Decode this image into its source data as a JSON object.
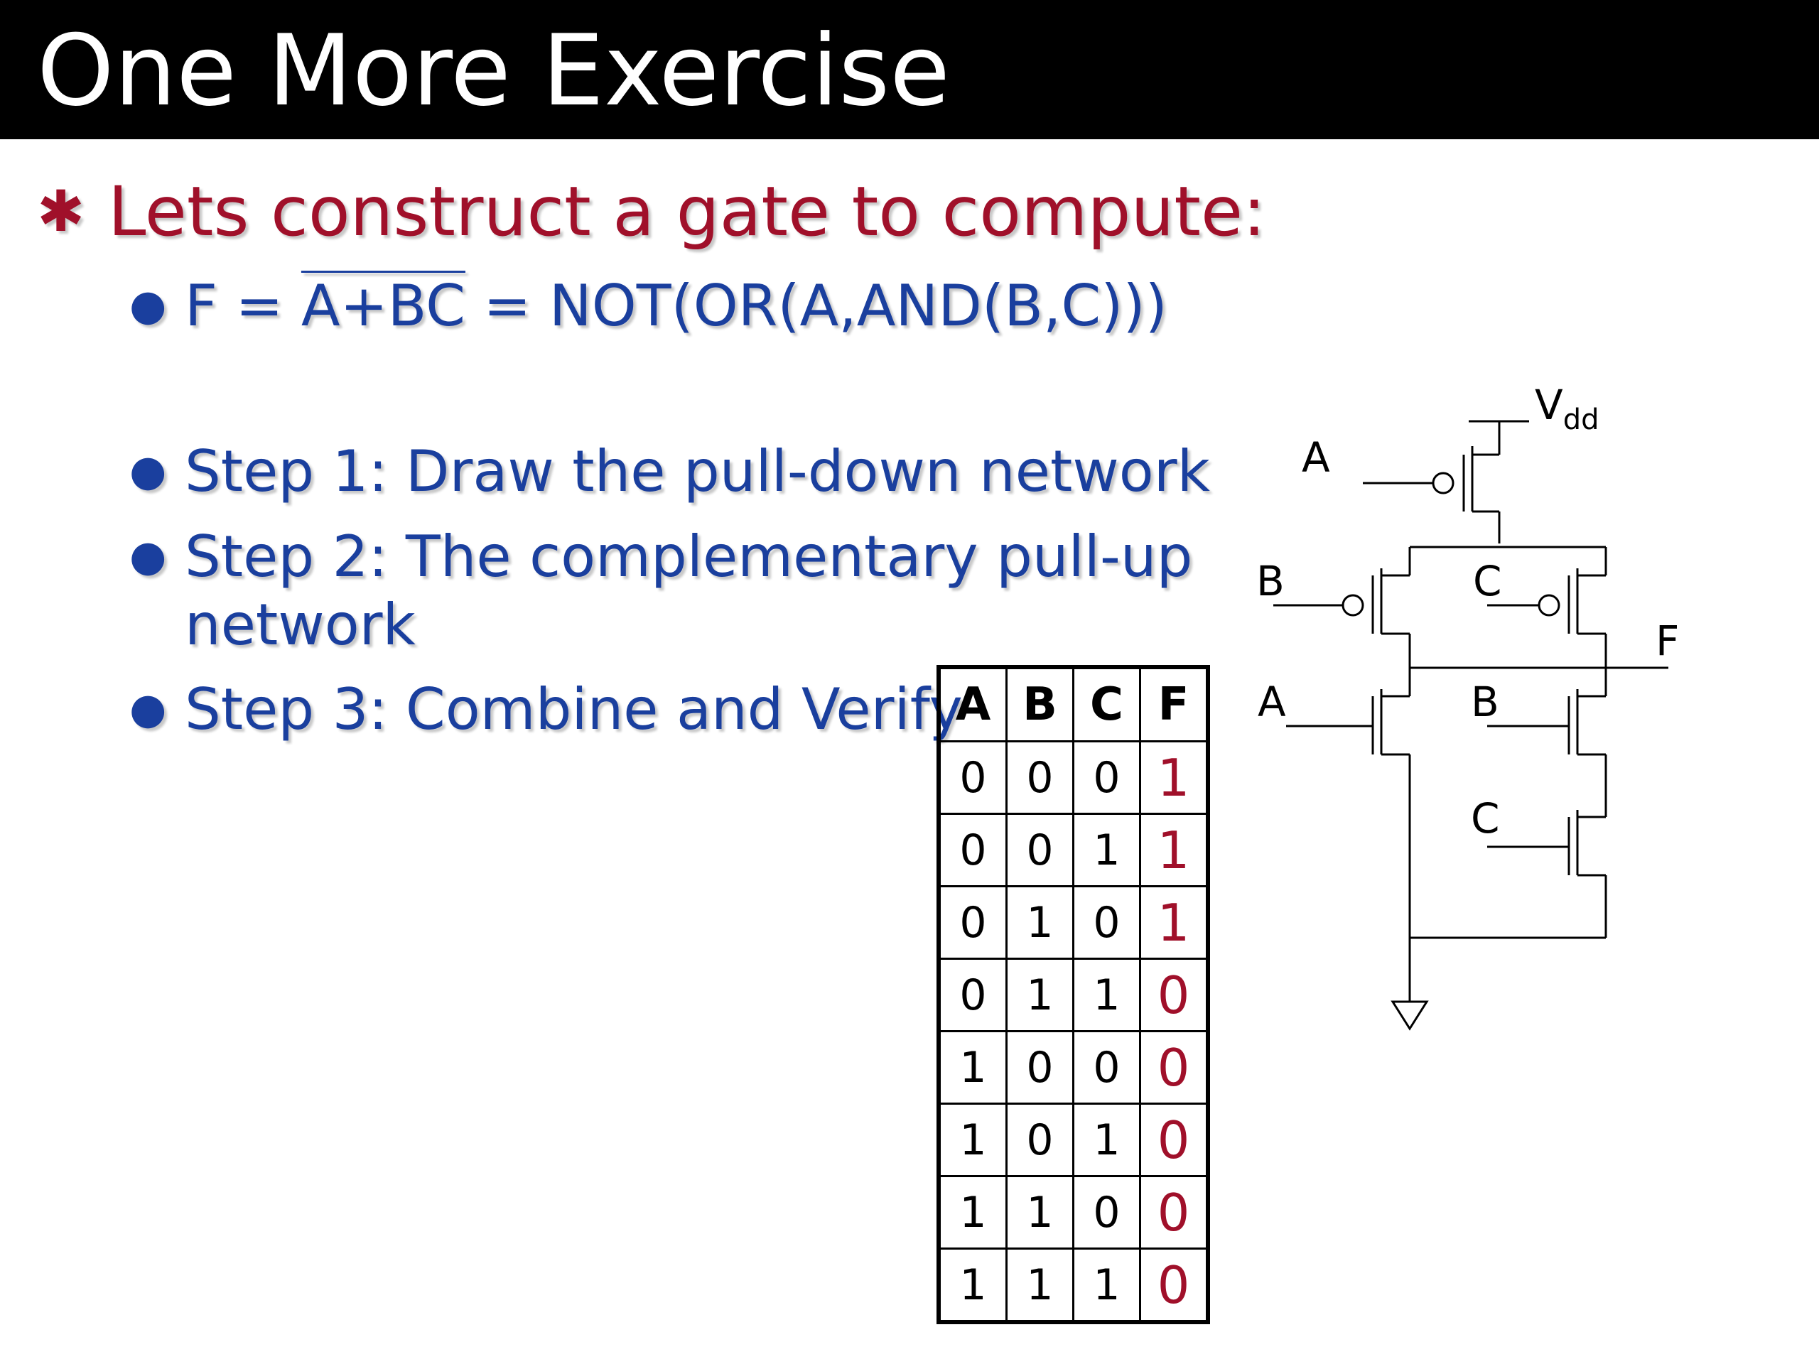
{
  "slide": {
    "title": "One More Exercise",
    "main_bullet": "Lets construct a gate to compute:",
    "bullet_marker": "✱",
    "formula": {
      "prefix": "F = ",
      "overlined": "A+BC",
      "suffix": " = NOT(OR(A,AND(B,C)))"
    },
    "steps": [
      "Step 1:  Draw the pull-down network",
      "Step 2: The complementary pull-up",
      "network",
      "Step 3: Combine and Verify"
    ]
  },
  "truth_table": {
    "headers": [
      "A",
      "B",
      "C",
      "F"
    ],
    "rows": [
      [
        "0",
        "0",
        "0",
        "1"
      ],
      [
        "0",
        "0",
        "1",
        "1"
      ],
      [
        "0",
        "1",
        "0",
        "1"
      ],
      [
        "0",
        "1",
        "1",
        "0"
      ],
      [
        "1",
        "0",
        "0",
        "0"
      ],
      [
        "1",
        "0",
        "1",
        "0"
      ],
      [
        "1",
        "1",
        "0",
        "0"
      ],
      [
        "1",
        "1",
        "1",
        "0"
      ]
    ]
  },
  "circuit": {
    "vdd_label": "V",
    "vdd_sub": "dd",
    "output_label": "F",
    "pullup_labels": [
      "A",
      "B",
      "C"
    ],
    "pulldown_labels": [
      "A",
      "B",
      "C"
    ]
  },
  "colors": {
    "title_bg": "#000000",
    "title_text": "#ffffff",
    "main_bullet": "#a0102a",
    "sub_bullet": "#1a3f9e",
    "f_column": "#a0102a"
  }
}
